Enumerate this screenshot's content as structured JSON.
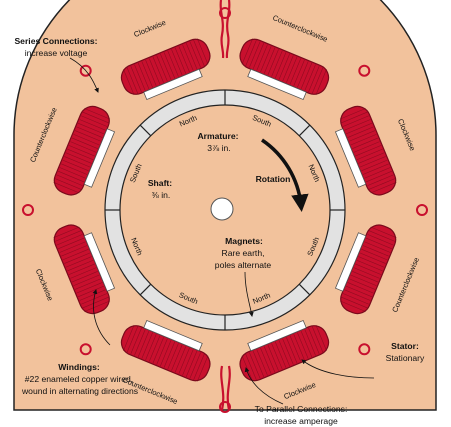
{
  "labels": {
    "series_title": "Series Connections:",
    "series_sub": "increase voltage",
    "armature_title": "Armature:",
    "armature_sub": "3⅞ in.",
    "shaft_title": "Shaft:",
    "shaft_sub": "⅜ in.",
    "rotation": "Rotation",
    "magnets_title": "Magnets:",
    "magnets_line1": "Rare earth,",
    "magnets_line2": "poles alternate",
    "stator_title": "Stator:",
    "stator_sub": "Stationary",
    "windings_title": "Windings:",
    "windings_line1": "#22 enameled copper wired,",
    "windings_line2": "wound in alternating directions",
    "parallel_line1": "To Parallel Connections:",
    "parallel_line2": "increase amperage"
  },
  "coil_labels": [
    "Clockwise",
    "Counterclockwise",
    "Clockwise",
    "Counterclockwise",
    "Clockwise",
    "Counterclockwise",
    "Clockwise",
    "Counterclockwise"
  ],
  "magnet_labels": [
    "North",
    "South",
    "North",
    "South",
    "North",
    "South",
    "North",
    "South"
  ],
  "colors": {
    "stator": "#f2c29c",
    "coil": "#c8102e",
    "coil_dark": "#7a0a1c",
    "magnet_ring": "#d6d6d6",
    "armature": "#f2c29c",
    "outline": "#222222"
  }
}
